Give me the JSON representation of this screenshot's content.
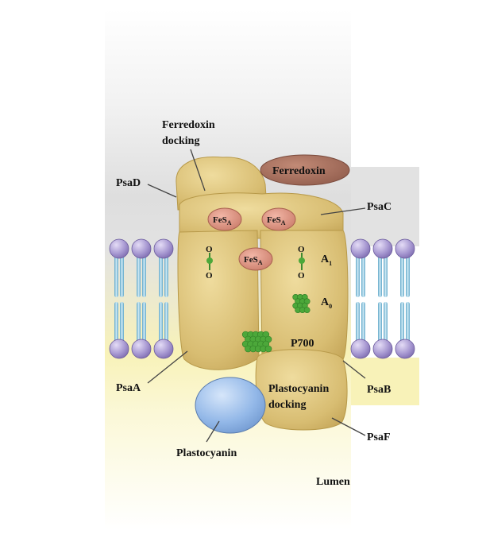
{
  "labels": {
    "ferredoxin_docking_1": "Ferredoxin",
    "ferredoxin_docking_2": "docking",
    "ferredoxin": "Ferredoxin",
    "psad": "PsaD",
    "psac": "PsaC",
    "psaa": "PsaA",
    "psab": "PsaB",
    "psaf": "PsaF",
    "plastocyanin": "Plastocyanin",
    "plastocyanin_docking_1": "Plastocyanin",
    "plastocyanin_docking_2": "docking",
    "lumen": "Lumen",
    "p700": "P700",
    "a1": "A",
    "a1_sub": "1",
    "a0": "A",
    "a0_sub": "0",
    "fes": "FeS",
    "fes_sub": "A",
    "quinone_o": "O"
  },
  "colors": {
    "protein": "#dcc27a",
    "protein_dark": "#b89a4a",
    "ferredoxin": "#a5705e",
    "fes_cluster": "#d89080",
    "plastocyanin": "#8fb4e6",
    "chlorophyll": "#4ca83a",
    "lipid_head": "#9a8ac4",
    "lipid_tail": "#8fc6de",
    "stroma_band": "#e6e6e6",
    "lumen_band": "#f7f2b4"
  }
}
